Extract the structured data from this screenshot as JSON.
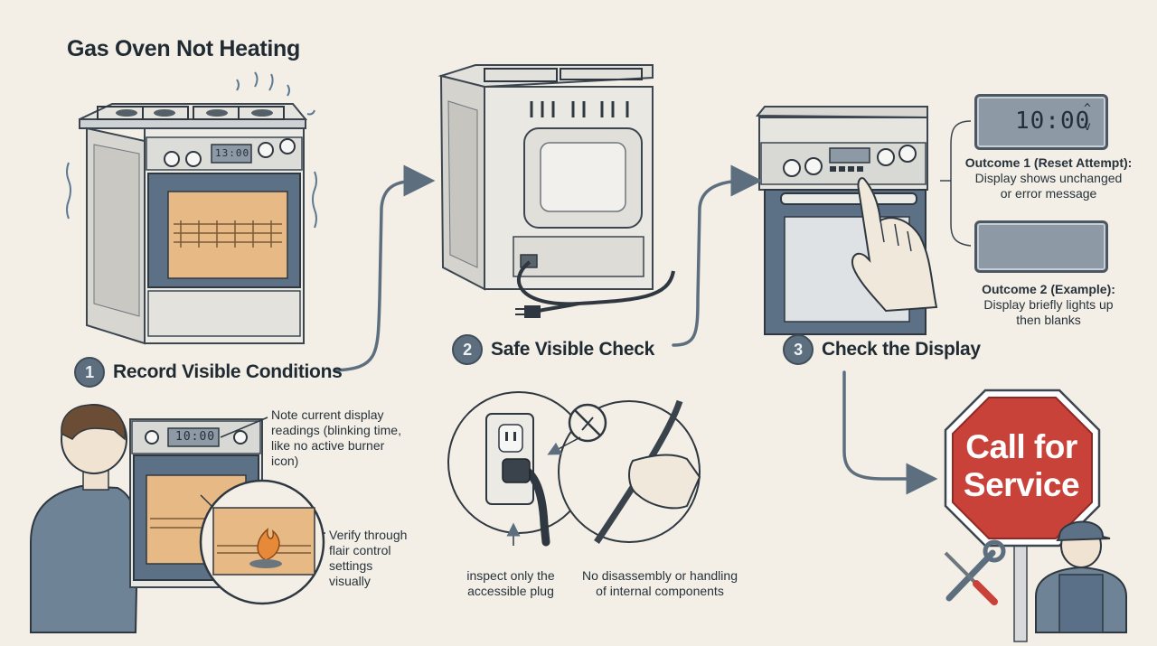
{
  "title": "Gas Oven Not Heating",
  "steps": [
    {
      "number": "1",
      "label": "Record Visible Conditions"
    },
    {
      "number": "2",
      "label": "Safe Visible Check"
    },
    {
      "number": "3",
      "label": "Check the Display"
    }
  ],
  "displays": {
    "stove_panel": "13:00",
    "close_up": "10:00",
    "outcome1": "10:00"
  },
  "notes": {
    "display_readings": [
      "Note current display",
      "readings (blinking time,",
      "like no active burner",
      "icon)"
    ],
    "flair_control": [
      "Verify through",
      "flair control",
      "settings",
      "visually"
    ],
    "plug": [
      "inspect only the",
      "accessible plug"
    ],
    "no_disassembly": [
      "No disassembly or handling",
      "of internal components"
    ]
  },
  "outcomes": {
    "outcome1": {
      "title": "Outcome 1 (Reset Attempt):",
      "lines": [
        "Display shows unchanged",
        "or error message"
      ]
    },
    "outcome2": {
      "title": "Outcome 2 (Example):",
      "lines": [
        "Display briefly lights up",
        "then blanks"
      ]
    }
  },
  "sign": {
    "line1": "Call for",
    "line2": "Service",
    "color": "#c8423a"
  },
  "icons": [
    "stove-icon",
    "oven-back-icon",
    "power-plug-icon",
    "hand-pointing-icon",
    "outlet-icon",
    "no-handling-icon",
    "stop-sign-icon",
    "wrench-icon",
    "screwdriver-icon",
    "technician-icon",
    "person-icon",
    "flame-icon"
  ]
}
